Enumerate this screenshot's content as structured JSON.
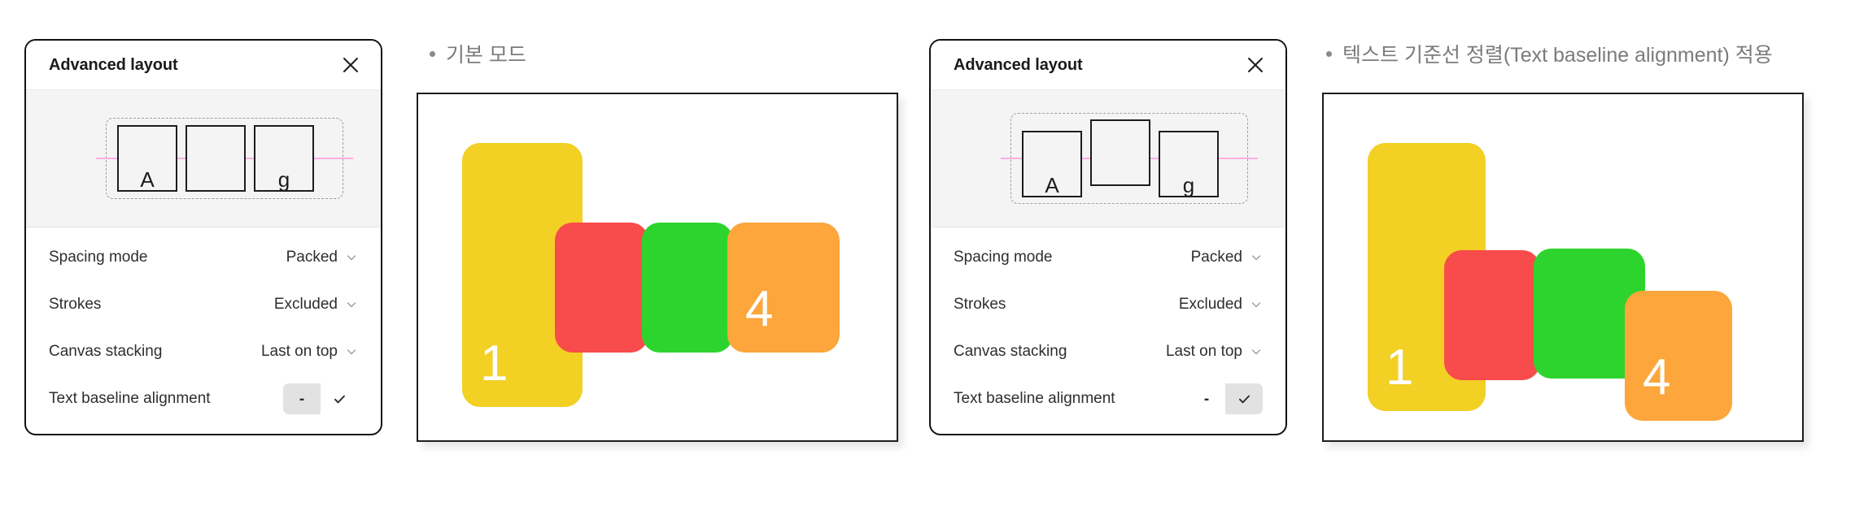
{
  "panels": [
    {
      "title": "Advanced layout",
      "close_icon": "close-icon",
      "preview": {
        "glyphs": [
          "A",
          "",
          "g"
        ],
        "baseline_color": "#ffaee0",
        "aligned": false
      },
      "rows": [
        {
          "label": "Spacing mode",
          "value": "Packed",
          "control": "dropdown",
          "icon": "chevron-down-icon"
        },
        {
          "label": "Strokes",
          "value": "Excluded",
          "control": "dropdown",
          "icon": "chevron-down-icon"
        },
        {
          "label": "Canvas stacking",
          "value": "Last on top",
          "control": "dropdown",
          "icon": "chevron-down-icon"
        },
        {
          "label": "Text baseline alignment",
          "value": "",
          "control": "segmented",
          "options": [
            "-",
            "check"
          ],
          "selected": 0
        }
      ]
    },
    {
      "title": "Advanced layout",
      "close_icon": "close-icon",
      "preview": {
        "glyphs": [
          "A",
          "",
          "g"
        ],
        "baseline_color": "#ffaee0",
        "aligned": true
      },
      "rows": [
        {
          "label": "Spacing mode",
          "value": "Packed",
          "control": "dropdown",
          "icon": "chevron-down-icon"
        },
        {
          "label": "Strokes",
          "value": "Excluded",
          "control": "dropdown",
          "icon": "chevron-down-icon"
        },
        {
          "label": "Canvas stacking",
          "value": "Last on top",
          "control": "dropdown",
          "icon": "chevron-down-icon"
        },
        {
          "label": "Text baseline alignment",
          "value": "",
          "control": "segmented",
          "options": [
            "-",
            "check"
          ],
          "selected": 1
        }
      ]
    }
  ],
  "captions": [
    {
      "text": "기본 모드"
    },
    {
      "text": "텍스트 기준선 정렬(Text baseline alignment) 적용"
    }
  ],
  "canvases": [
    {
      "name": "basic-mode-canvas",
      "cards": [
        {
          "label": "1",
          "color": "#F2D024"
        },
        {
          "label": "",
          "color": "#F84B4B"
        },
        {
          "label": "",
          "color": "#2ED42E"
        },
        {
          "label": "4",
          "color": "#FCA63C"
        }
      ]
    },
    {
      "name": "baseline-aligned-canvas",
      "cards": [
        {
          "label": "1",
          "color": "#F2D024"
        },
        {
          "label": "",
          "color": "#F84B4B"
        },
        {
          "label": "",
          "color": "#2ED42E"
        },
        {
          "label": "4",
          "color": "#FCA63C"
        }
      ]
    }
  ]
}
